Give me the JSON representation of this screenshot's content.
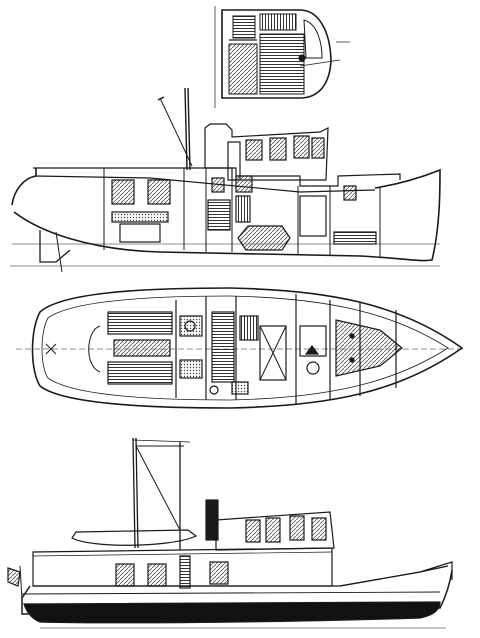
{
  "drawing": {
    "views": [
      "deckhouse-plan",
      "inboard-profile",
      "accommodation-plan",
      "outboard-profile"
    ],
    "colors": {
      "ink": "#1a1a1a",
      "paper": "#ffffff",
      "hatch": "#555555",
      "hull_bottom": "#111111"
    },
    "icons": [
      "pennant-flag-icon",
      "ladder-icon",
      "stove-icon",
      "anchor-chain-icon"
    ]
  }
}
